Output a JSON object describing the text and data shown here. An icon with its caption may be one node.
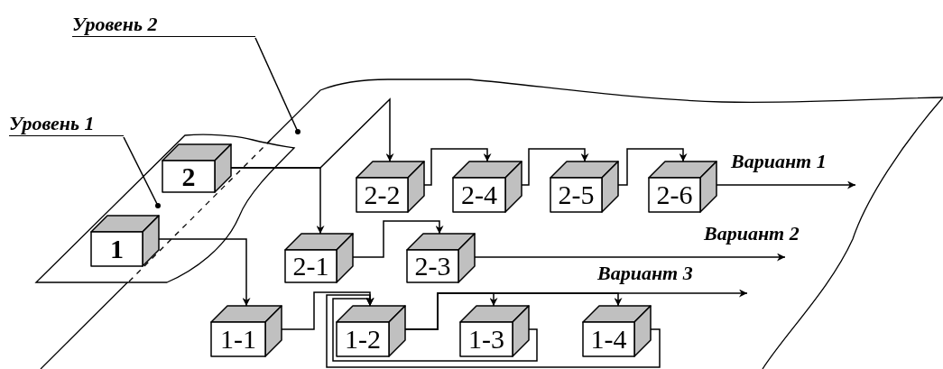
{
  "diagram": {
    "nodes": [
      {
        "text": [
          "Уровень 2"
        ]
      },
      {
        "text": [
          "Уровень 1"
        ]
      },
      {
        "text": [],
        "shape": "plane"
      },
      {
        "text": [],
        "shape": "plane"
      },
      {
        "text": [
          "2"
        ],
        "in": 3
      },
      {
        "text": [
          "1"
        ],
        "in": 3
      },
      {
        "text": [
          "2-2"
        ],
        "in": 2
      },
      {
        "text": [
          "2-4"
        ],
        "in": 2
      },
      {
        "text": [
          "2-5"
        ],
        "in": 2
      },
      {
        "text": [
          "2-6"
        ],
        "in": 2
      },
      {
        "text": [
          "2-1"
        ],
        "in": 2
      },
      {
        "text": [
          "2-3"
        ],
        "in": 2
      },
      {
        "text": [
          "1-1"
        ],
        "in": 2
      },
      {
        "text": [
          "1-2"
        ],
        "in": 2
      },
      {
        "text": [
          "1-3"
        ],
        "in": 2
      },
      {
        "text": [
          "1-4"
        ],
        "in": 2
      }
    ],
    "edges": [
      {
        "from": 0,
        "to": 2,
        "arrow": "other"
      },
      {
        "from": 1,
        "to": 3,
        "arrow": "other"
      },
      {
        "from": 4,
        "to": 10,
        "arrow": "to"
      },
      {
        "from": 4,
        "to": 6,
        "arrow": "to"
      },
      {
        "from": 5,
        "to": 12,
        "arrow": "to"
      },
      {
        "from": 6,
        "to": 7,
        "arrow": "to"
      },
      {
        "from": 7,
        "to": 8,
        "arrow": "to"
      },
      {
        "from": 8,
        "to": 9,
        "arrow": "to"
      },
      {
        "from": 9,
        "to": null,
        "arrow": "to",
        "label": "Вариант 1"
      },
      {
        "from": 10,
        "to": 11,
        "arrow": "to"
      },
      {
        "from": 11,
        "to": null,
        "arrow": "to",
        "label": "Вариант 2"
      },
      {
        "from": 12,
        "to": 13,
        "arrow": "to"
      },
      {
        "from": 13,
        "to": 14,
        "arrow": "to"
      },
      {
        "from": 13,
        "to": 15,
        "arrow": "to"
      },
      {
        "from": 13,
        "to": null,
        "arrow": "to",
        "label": "Вариант 3"
      },
      {
        "from": 14,
        "to": 13,
        "arrow": "to"
      },
      {
        "from": 15,
        "to": 13,
        "arrow": "to"
      }
    ]
  }
}
